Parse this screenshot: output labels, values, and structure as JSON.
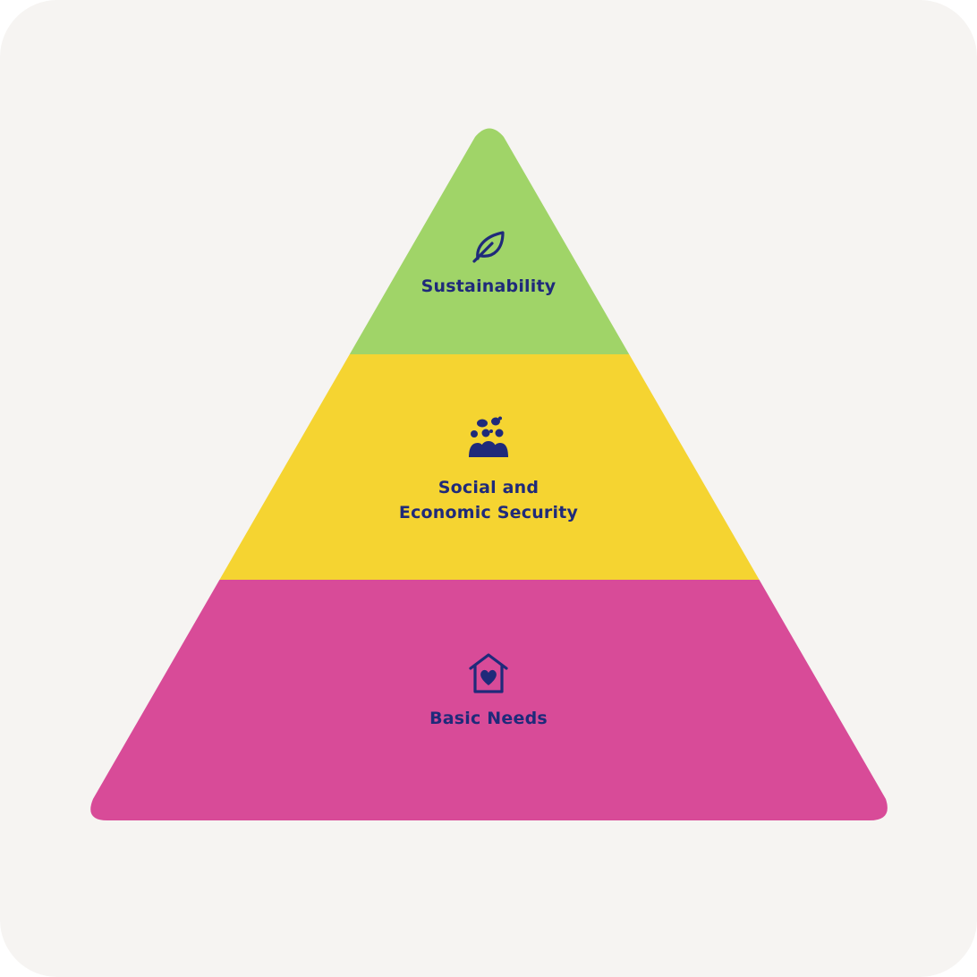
{
  "diagram": {
    "type": "pyramid",
    "colors": {
      "background": "#f6f4f2",
      "text": "#1f2a7a",
      "top": "#a0d468",
      "middle": "#f5d431",
      "bottom": "#d84b98"
    },
    "tiers": [
      {
        "position": "top",
        "label": "Sustainability",
        "icon": "leaf-icon"
      },
      {
        "position": "middle",
        "label_line1": "Social and",
        "label_line2": "Economic Security",
        "icon": "community-group-icon"
      },
      {
        "position": "bottom",
        "label": "Basic Needs",
        "icon": "house-heart-icon"
      }
    ]
  }
}
